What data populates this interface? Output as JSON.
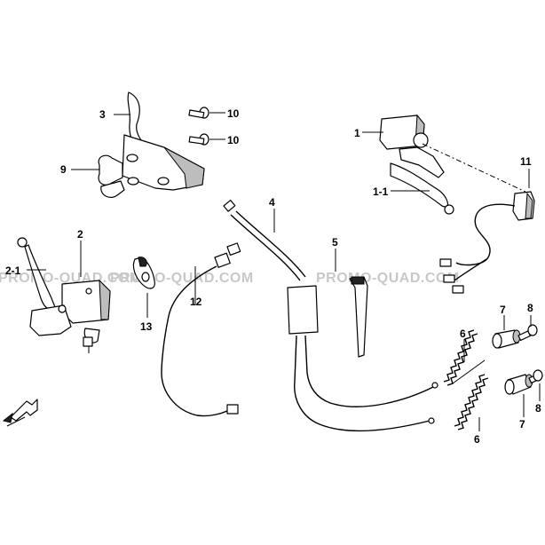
{
  "callouts": {
    "c1": "1",
    "c1_1": "1-1",
    "c2": "2",
    "c2_1": "2-1",
    "c3": "3",
    "c4": "4",
    "c5": "5",
    "c6a": "6",
    "c6b": "6",
    "c7a": "7",
    "c7b": "7",
    "c8a": "8",
    "c8b": "8",
    "c9": "9",
    "c10a": "10",
    "c10b": "10",
    "c11": "11",
    "c12": "12",
    "c13": "13"
  },
  "watermark": {
    "left": "PROMO-QUAD.COM",
    "center": "PROMO-QUAD.COM",
    "right": "PROMO-QUAD.COM"
  },
  "icons": {
    "front_arrow": "front-direction-arrow-icon"
  }
}
